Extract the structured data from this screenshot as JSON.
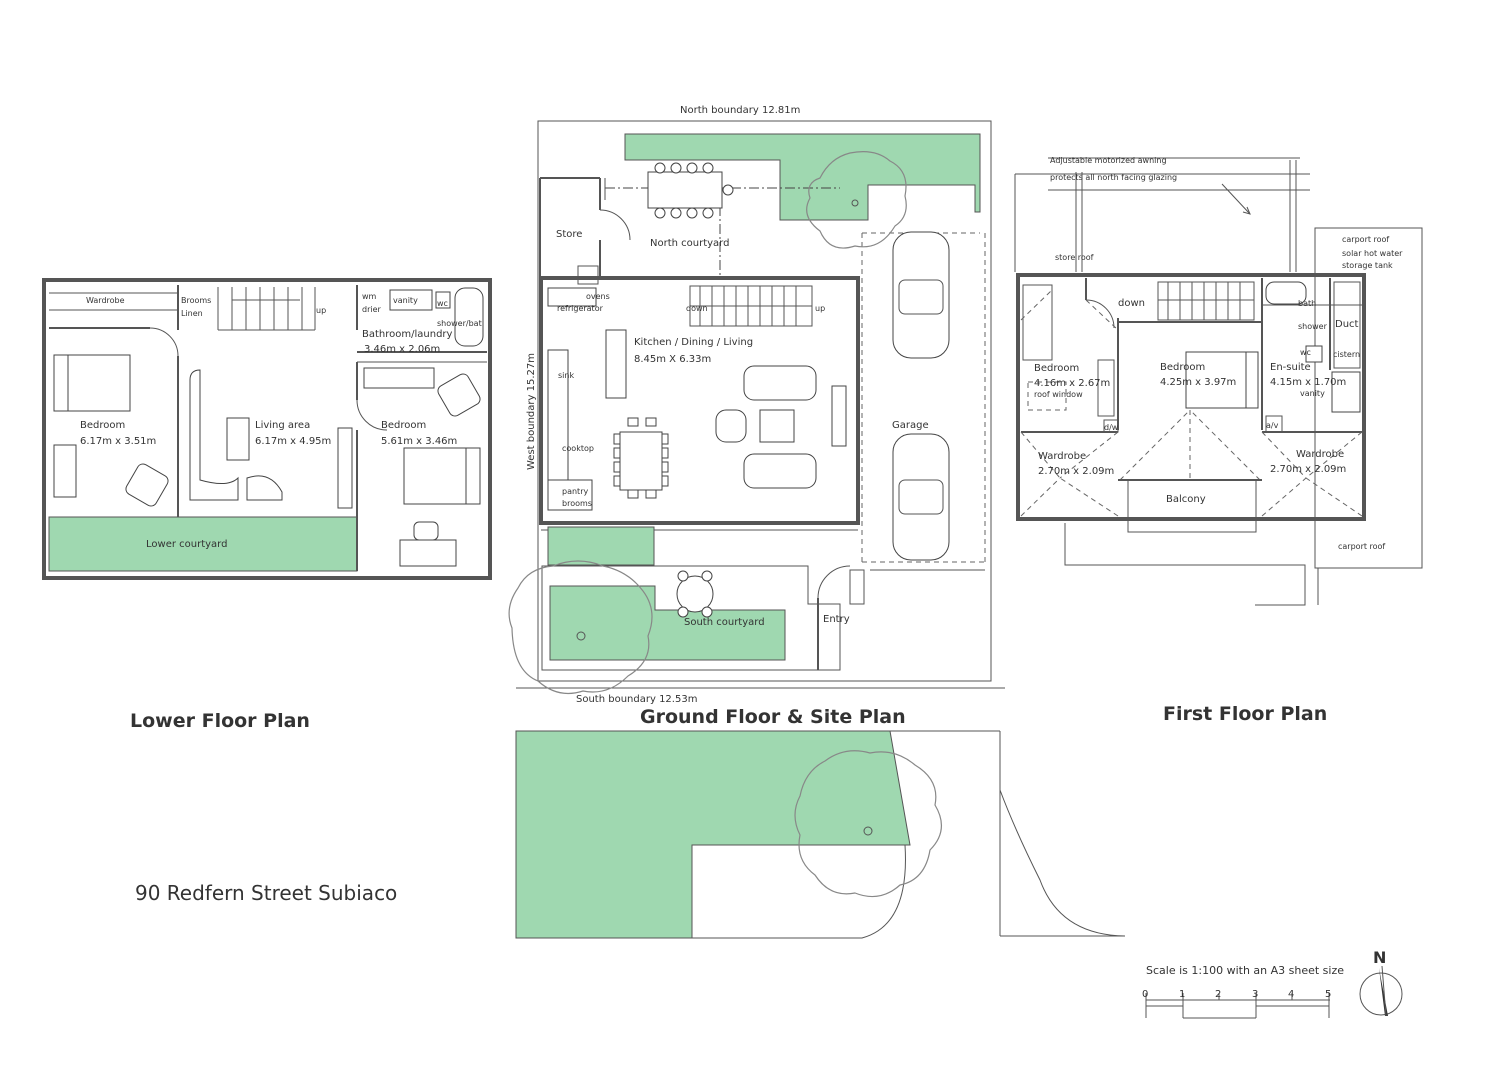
{
  "address": "90 Redfern Street Subiaco",
  "headings": {
    "lower": "Lower Floor Plan",
    "ground": "Ground Floor & Site Plan",
    "first": "First Floor Plan"
  },
  "scale": {
    "text": "Scale is 1:100 with an A3 sheet size",
    "ticks": [
      "0",
      "1",
      "2",
      "3",
      "4",
      "5"
    ],
    "north": "N"
  },
  "lower_floor": {
    "wardrobe": "Wardrobe",
    "brooms": "Brooms",
    "linen": "Linen",
    "up": "up",
    "wm_drier_1": "wm",
    "wm_drier_2": "drier",
    "vanity": "vanity",
    "wc": "wc",
    "shower_bath": "shower/bat",
    "bathroom": "Bathroom/laundry",
    "bathroom_dim": "3.46m x 2.06m",
    "bedroom1": "Bedroom",
    "bedroom1_dim": "6.17m x 3.51m",
    "living": "Living area",
    "living_dim": "6.17m x 4.95m",
    "bedroom2": "Bedroom",
    "bedroom2_dim": "5.61m x 3.46m",
    "courtyard": "Lower courtyard"
  },
  "ground_floor": {
    "north_boundary": "North boundary 12.81m",
    "west_boundary": "West boundary 15.27m",
    "south_boundary": "South boundary 12.53m",
    "store": "Store",
    "north_courtyard": "North courtyard",
    "ovens": "ovens",
    "refrigerator": "refrigerator",
    "down": "down",
    "up": "up",
    "kitchen": "Kitchen / Dining / Living",
    "kitchen_dim": "8.45m X 6.33m",
    "sink": "sink",
    "cooktop": "cooktop",
    "pantry": "pantry",
    "brooms": "brooms",
    "garage": "Garage",
    "south_courtyard": "South courtyard",
    "entry": "Entry"
  },
  "first_floor": {
    "awning_1": "Adjustable motorized awning",
    "awning_2": "protects all north facing glazing",
    "store_roof": "store roof",
    "carport_roof_top": "carport roof",
    "solar_1": "solar hot water",
    "solar_2": "storage tank",
    "down": "down",
    "bath": "bath",
    "shower": "shower",
    "duct": "Duct",
    "wc": "wc",
    "cistern": "cistern",
    "bedroom1": "Bedroom",
    "bedroom1_dim": "4.16m x 2.67m",
    "roof_window": "roof window",
    "bedroom2": "Bedroom",
    "bedroom2_dim": "4.25m x 3.97m",
    "ensuite": "En-suite",
    "ensuite_dim": "4.15m x 1.70m",
    "vanity": "vanity",
    "dw": "d/w",
    "av": "a/v",
    "wardrobe1": "Wardrobe",
    "wardrobe1_dim": "2.70m x 2.09m",
    "wardrobe2": "Wardrobe",
    "wardrobe2_dim": "2.70m x 2.09m",
    "balcony": "Balcony",
    "carport_roof_bottom": "carport roof"
  },
  "colors": {
    "garden": "#9fd8b0",
    "wall": "#555555"
  }
}
